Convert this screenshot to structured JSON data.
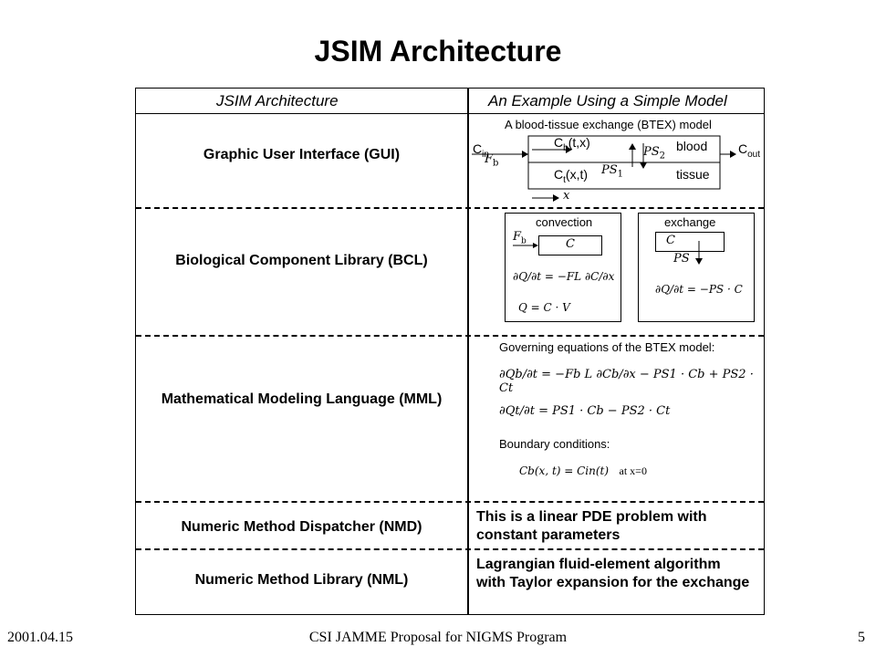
{
  "slide": {
    "title": "JSIM Architecture",
    "footer_left": "2001.04.15",
    "footer_center": "CSI JAMME Proposal for NIGMS Program",
    "footer_right": "5"
  },
  "table": {
    "left_header": "JSIM Architecture",
    "right_header": "An Example Using a Simple Model",
    "rows": [
      {
        "label": "Graphic User Interface (GUI)"
      },
      {
        "label": "Biological Component Library (BCL)"
      },
      {
        "label": "Mathematical Modeling Language (MML)"
      },
      {
        "label": "Numeric Method Dispatcher (NMD)"
      },
      {
        "label": "Numeric Method Library (NML)"
      }
    ]
  },
  "gui_example": {
    "caption": "A blood-tissue exchange (BTEX) model",
    "cin": "C",
    "cin_sub": "in",
    "fb": "F",
    "fb_sub": "b",
    "cb": "C",
    "cb_sub": "b",
    "cb_arg": "(t,x)",
    "ct": "C",
    "ct_sub": "t",
    "ct_arg": "(x,t)",
    "ps2": "PS",
    "ps2_sub": "2",
    "ps1": "PS",
    "ps1_sub": "1",
    "blood": "blood",
    "tissue": "tissue",
    "cout": "C",
    "cout_sub": "out",
    "x_axis": "x"
  },
  "bcl_example": {
    "convection_title": "convection",
    "convection_fb": "F",
    "convection_fb_sub": "b",
    "convection_c": "C",
    "convection_eq1": "∂Q/∂t = −FL ∂C/∂x",
    "convection_eq2": "Q = C · V",
    "exchange_title": "exchange",
    "exchange_c": "C",
    "exchange_ps": "PS",
    "exchange_eq": "∂Q/∂t = −PS · C"
  },
  "mml_example": {
    "heading": "Governing equations of the BTEX model:",
    "eq1": "∂Qb/∂t = −Fb L ∂Cb/∂x − PS1 · Cb + PS2 · Ct",
    "eq2": "∂Qt/∂t = PS1 · Cb − PS2 · Ct",
    "boundary_heading": "Boundary conditions:",
    "boundary_eq": "Cb(x, t) = Cin(t)",
    "boundary_at": "at x=0"
  },
  "nmd_example": {
    "line1": "This is a linear PDE problem with",
    "line2": "constant parameters"
  },
  "nml_example": {
    "line1": "Lagrangian fluid-element algorithm",
    "line2": "with Taylor expansion for the exchange"
  }
}
